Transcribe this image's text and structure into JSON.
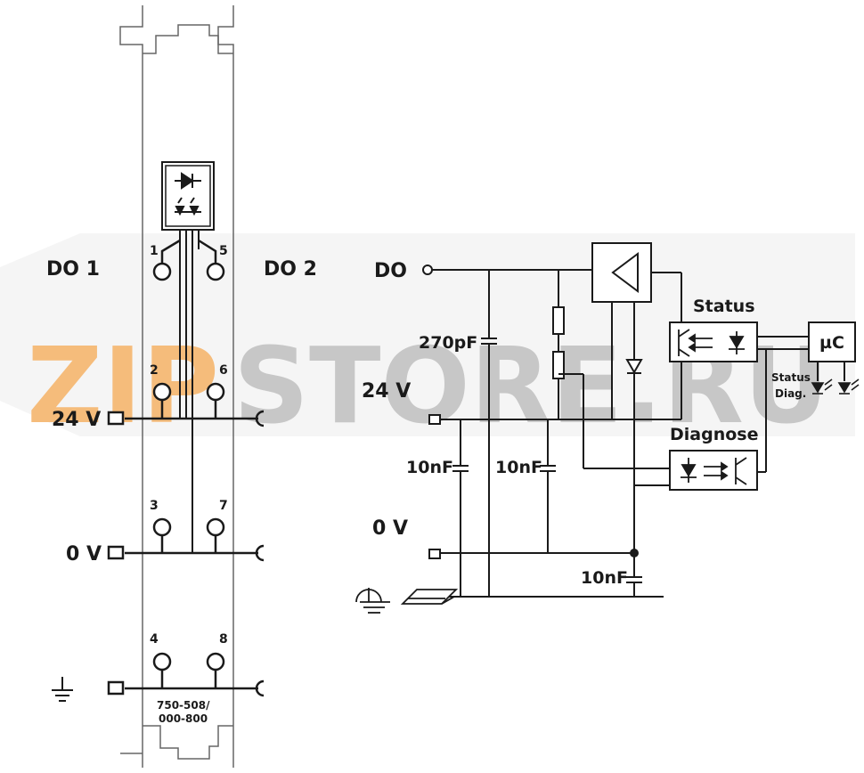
{
  "left": {
    "do1_label": "DO 1",
    "do2_label": "DO 2",
    "v24_label": "24 V",
    "v0_label": "0 V",
    "part_number_line1": "750-508/",
    "part_number_line2": "000-800",
    "pins": [
      "1",
      "5",
      "2",
      "6",
      "3",
      "7",
      "4",
      "8"
    ]
  },
  "right": {
    "do_label": "DO",
    "v24_label": "24 V",
    "v0_label": "0 V",
    "cap_270pf": "270pF",
    "cap_10nf_a": "10nF",
    "cap_10nf_b": "10nF",
    "cap_10nf_c": "10nF",
    "status_label": "Status",
    "diagnose_label": "Diagnose",
    "uc_label": "µC",
    "led_label_line1": "Status",
    "led_label_line2": "Diag."
  },
  "watermark": {
    "text_orange": "ZIP",
    "text_gray": "STORE.RU",
    "color_orange": "#f2a64f",
    "color_gray": "#b5b5b5"
  },
  "colors": {
    "line": "#1a1a1a",
    "module_outline": "#555555"
  }
}
